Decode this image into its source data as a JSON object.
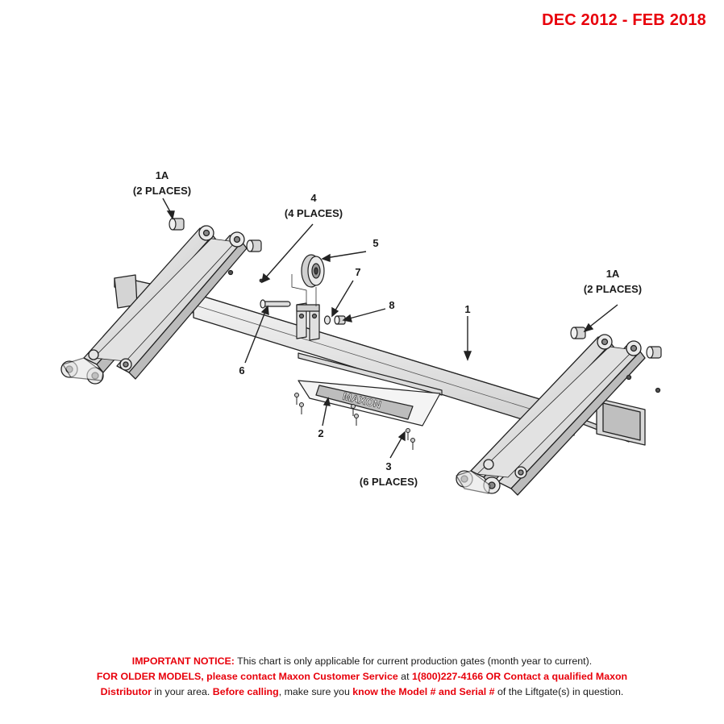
{
  "header": {
    "date_range": "DEC 2012 - FEB 2018"
  },
  "callouts": {
    "c1a_left": {
      "number": "1A",
      "qty": "(2 PLACES)"
    },
    "c4": {
      "number": "4",
      "qty": "(4 PLACES)"
    },
    "c5": "5",
    "c7": "7",
    "c8": "8",
    "c1": "1",
    "c6": "6",
    "c1a_right": {
      "number": "1A",
      "qty": "(2 PLACES)"
    },
    "c2": "2",
    "c3": {
      "number": "3",
      "qty": "(6 PLACES)"
    }
  },
  "decal_text": "MAXON",
  "notice": {
    "label": "IMPORTANT NOTICE:",
    "text1": " This chart is only applicable for current production gates (month year to current).",
    "older_models": "FOR OLDER MODELS, please contact Maxon Customer Service",
    "at": " at ",
    "phone_contact": "1(800)227-4166 OR Contact a qualified Maxon",
    "distributor": "Distributor",
    "in_area": " in your area. ",
    "before_calling": "Before calling",
    "make_sure": ", make sure you ",
    "know_model": "know the Model # and Serial #",
    "of_liftgate": " of the Liftgate(s) in question."
  }
}
